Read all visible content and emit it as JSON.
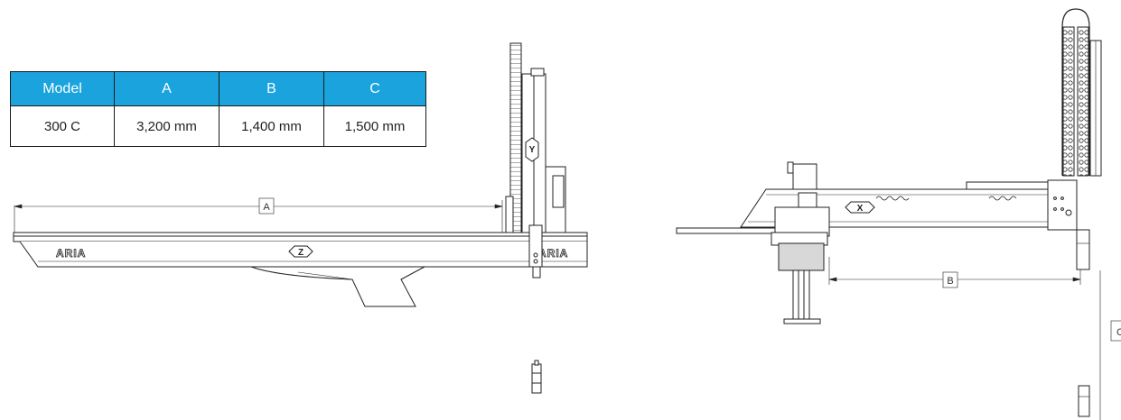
{
  "spec_table": {
    "headers": [
      "Model",
      "A",
      "B",
      "C"
    ],
    "rows": [
      [
        "300 C",
        "3,200 mm",
        "1,400 mm",
        "1,500 mm"
      ]
    ]
  },
  "drawing": {
    "dimensions": {
      "a": "A",
      "b": "B",
      "c": "C"
    },
    "brand_left": "ARIA",
    "brand_right": "ARIA",
    "axis_z": "Z",
    "axis_y": "Y",
    "axis_x": "X"
  },
  "colors": {
    "header_bg": "#1aa3dd",
    "header_text": "#ffffff",
    "line": "#222222"
  }
}
